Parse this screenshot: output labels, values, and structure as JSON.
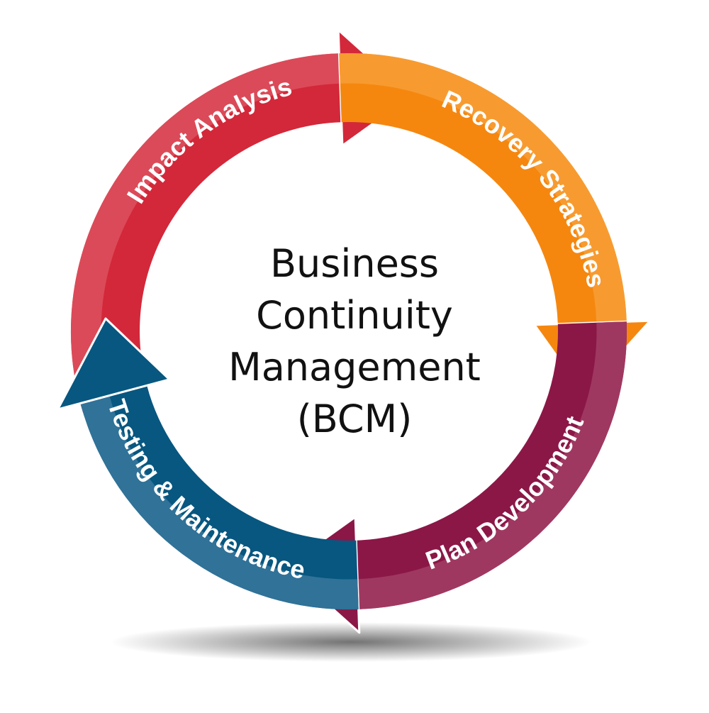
{
  "center": {
    "line1": "Business",
    "line2": "Continuity",
    "line3": "Management",
    "line4": "(BCM)"
  },
  "stages": [
    {
      "label": "Impact Analysis",
      "color": "#d3283a",
      "highlight": "#dd5563"
    },
    {
      "label": "Recovery Strategies",
      "color": "#f5870f",
      "highlight": "#f7a23c"
    },
    {
      "label": "Plan Development",
      "color": "#8b1747",
      "highlight": "#a54469"
    },
    {
      "label": "Testing & Maintenance",
      "color": "#075780",
      "highlight": "#3f7ba0"
    }
  ]
}
